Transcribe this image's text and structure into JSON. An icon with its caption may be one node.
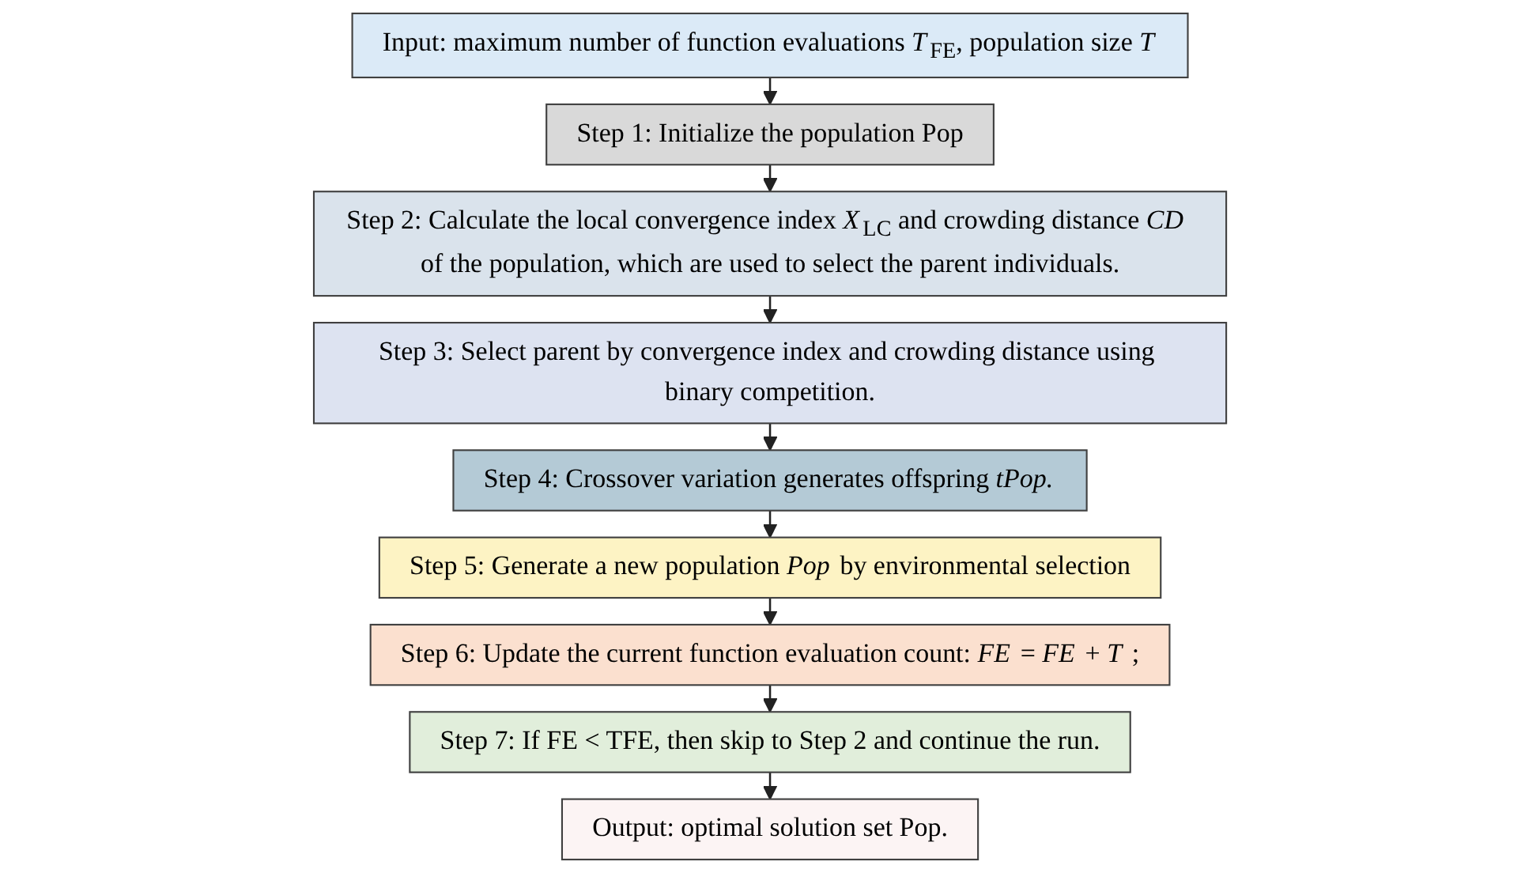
{
  "diagram": {
    "nodes": [
      {
        "text": [
          "Input: maximum number of function evaluations *T*$_{FE}$, population size *T*"
        ]
      },
      {
        "text": [
          "Step 1: Initialize the population Pop"
        ]
      },
      {
        "text": [
          "Step 2: Calculate the local convergence index *X*$_{LC}$ and crowding distance *CD* of the population, which are used to select the parent individuals."
        ]
      },
      {
        "text": [
          "Step 3: Select parent by convergence index and crowding distance using binary competition."
        ]
      },
      {
        "text": [
          "Step 4: Crossover variation generates offspring *tPop.*"
        ]
      },
      {
        "text": [
          "Step 5: Generate a new population *Pop* by environmental selection"
        ]
      },
      {
        "text": [
          "Step 6: Update the current function evaluation count: *FE* = *FE* + *T* ;"
        ]
      },
      {
        "text": [
          "Step 7: If FE < TFE, then skip to Step 2 and continue the run."
        ]
      },
      {
        "text": [
          "Output: optimal solution set Pop."
        ]
      }
    ],
    "edges": [
      {
        "from": 0,
        "to": 1,
        "arrow": "to"
      },
      {
        "from": 1,
        "to": 2,
        "arrow": "to"
      },
      {
        "from": 2,
        "to": 3,
        "arrow": "to"
      },
      {
        "from": 3,
        "to": 4,
        "arrow": "to"
      },
      {
        "from": 4,
        "to": 5,
        "arrow": "to"
      },
      {
        "from": 5,
        "to": 6,
        "arrow": "to"
      },
      {
        "from": 6,
        "to": 7,
        "arrow": "to"
      },
      {
        "from": 7,
        "to": 8,
        "arrow": "to"
      }
    ]
  }
}
